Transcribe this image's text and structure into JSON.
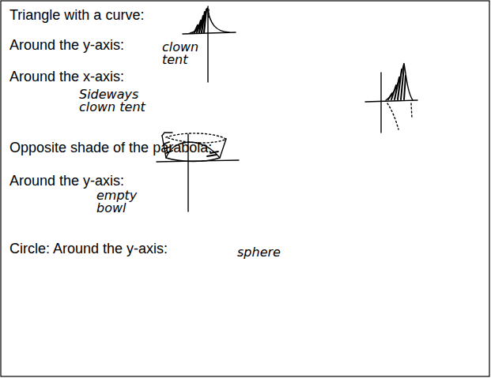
{
  "diagram": {
    "labels": [
      "Triangle with a curve:",
      "Around the y-axis:",
      "clown tent",
      "Around the x-axis:",
      "Sideways clown tent",
      "Opposite shade of the parabola:",
      "Around the y-axis:",
      "empty bowl",
      "Circle: Around the y-axis:",
      "sphere"
    ]
  }
}
